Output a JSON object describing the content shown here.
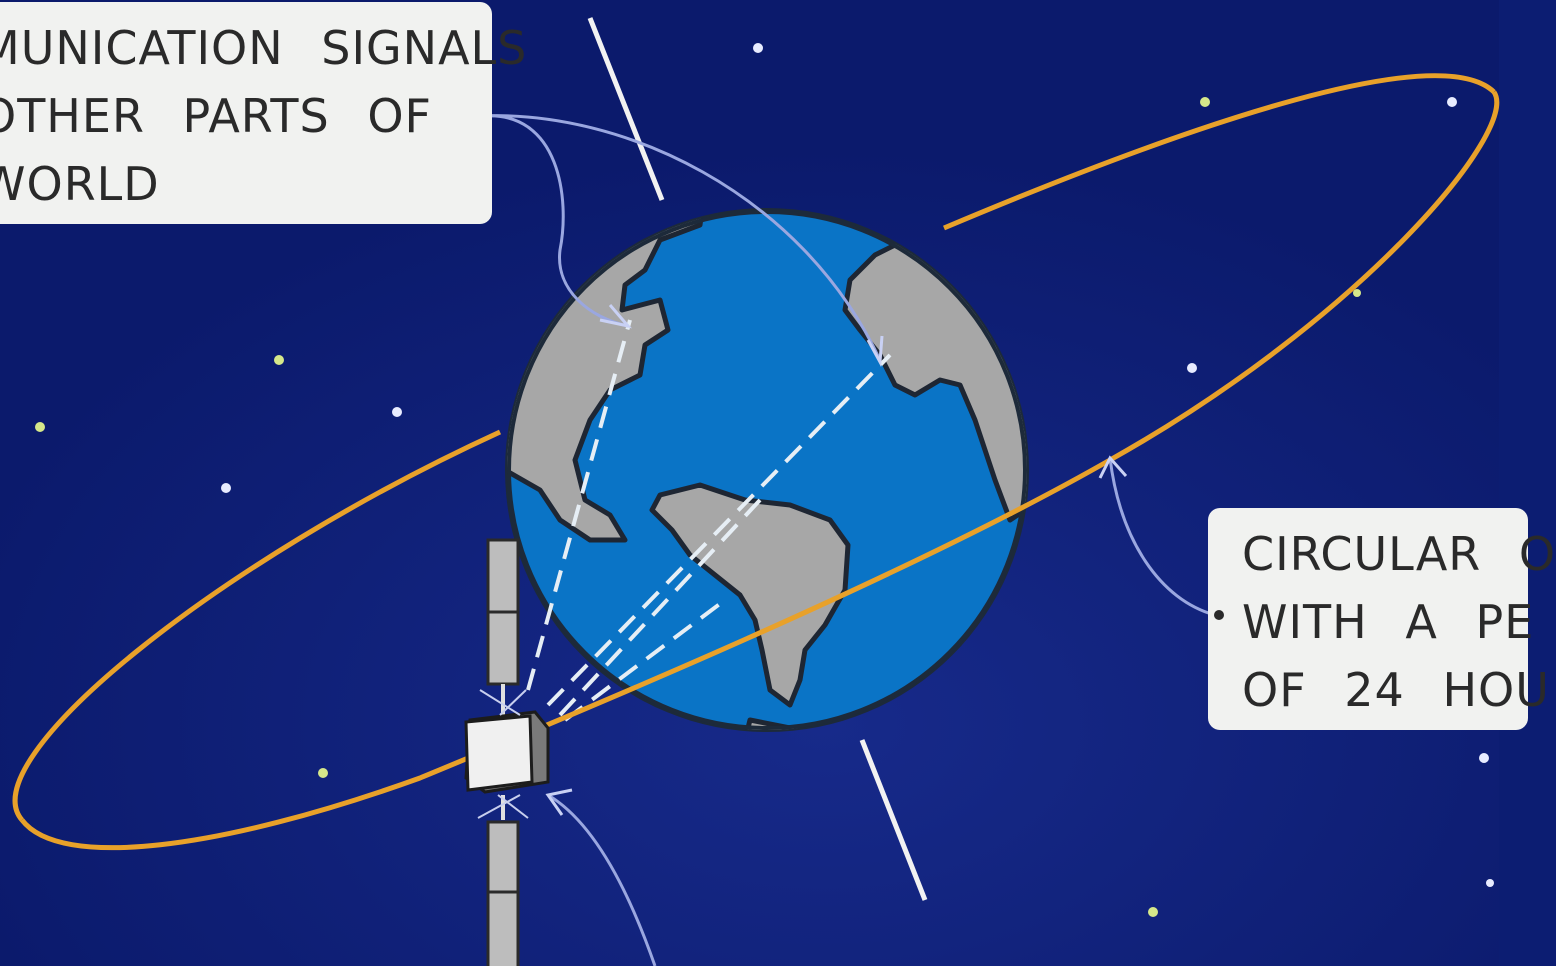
{
  "labels": {
    "signals": {
      "lines": [
        "MUNICATION SIGNALS",
        "OTHER PARTS OF",
        "WORLD"
      ]
    },
    "orbit": {
      "lines": [
        "CIRCULAR O",
        "WITH A PE",
        "OF 24 HOU"
      ]
    }
  },
  "colors": {
    "space": "#0c1d72",
    "ocean": "#0a74c6",
    "land": "#a7a7a7",
    "orbit": "#e8a12a",
    "label_bg": "#f1f2f0",
    "pointer": "#9aa7e0",
    "signal": "#e6eef5"
  },
  "icons": [
    "satellite-icon",
    "earth-icon",
    "star-icon"
  ]
}
